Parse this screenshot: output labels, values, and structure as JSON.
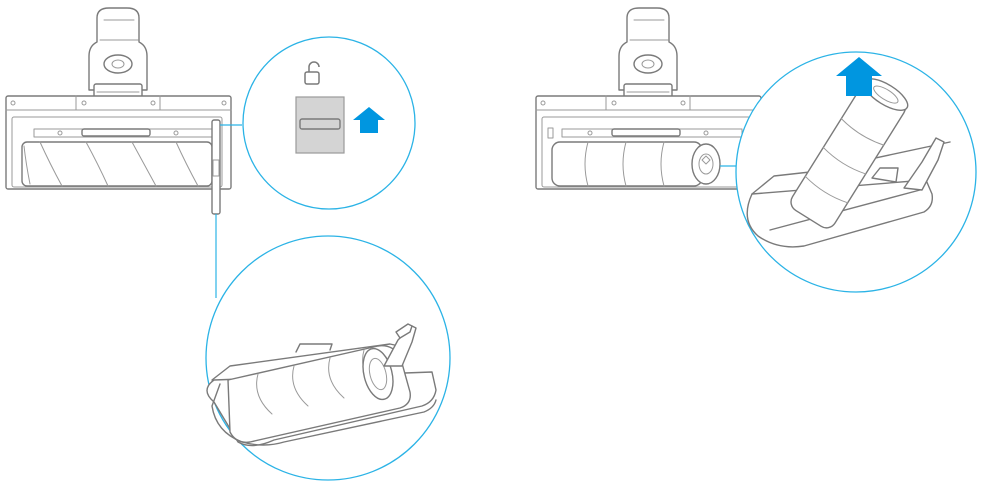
{
  "diagram": {
    "panels": [
      {
        "id": "step-1",
        "callouts": [
          "unlock-latch",
          "roller-removal"
        ]
      },
      {
        "id": "step-2",
        "callouts": [
          "roller-lift"
        ]
      }
    ],
    "icons": [
      "unlock-icon",
      "up-arrow-icon",
      "up-arrow-icon"
    ],
    "colors": {
      "callout_ring": "#2bb3e6",
      "arrow": "#0096e0",
      "line_art": "#7a7a7a",
      "latch_fill": "#d4d4d4"
    }
  }
}
